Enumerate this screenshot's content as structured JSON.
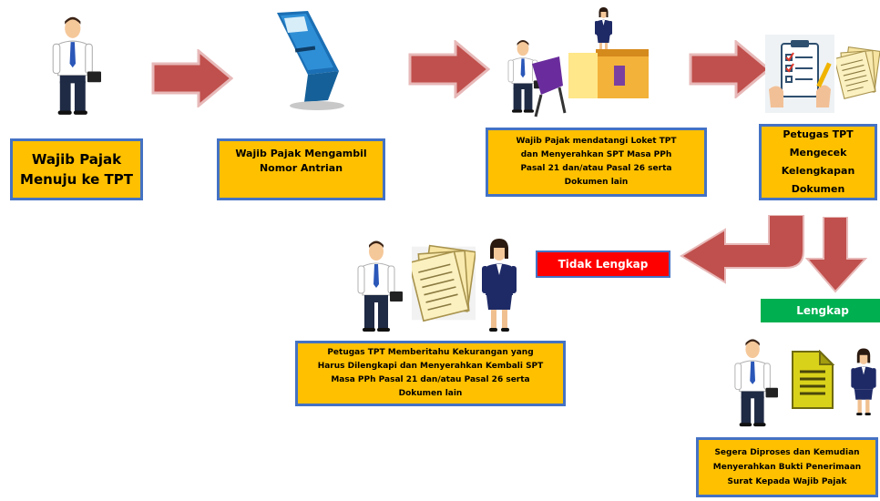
{
  "steps": {
    "s1": "Wajib Pajak\nMenuju ke TPT",
    "s2": "Wajib Pajak Mengambil\nNomor Antrian",
    "s3": "Wajib Pajak mendatangi Loket TPT\ndan Menyerahkan SPT Masa  PPh\nPasal 21 dan/atau Pasal 26 serta\nDokumen lain",
    "s4": "Petugas TPT\nMengecek\nKelengkapan\nDokumen",
    "s5": "Petugas TPT Memberitahu Kekurangan yang\nHarus Dilengkapi dan Menyerahkan Kembali SPT\nMasa PPh Pasal 21 dan/atau Pasal 26 serta\nDokumen lain",
    "s6": "Segera Diproses dan Kemudian\nMenyerahkan Bukti Penerimaan\nSurat Kepada Wajib Pajak"
  },
  "labels": {
    "incomplete": "Tidak Lengkap",
    "complete": "Lengkap"
  },
  "colors": {
    "box_fill": "#ffc000",
    "box_border": "#4472c4",
    "arrow": "#c0504d",
    "incomplete": "#ff0000",
    "complete": "#00b050"
  },
  "icons": [
    "businessman-icon",
    "queue-kiosk-icon",
    "service-counter-icon",
    "checklist-icon",
    "documents-icon",
    "businesswoman-icon",
    "document-icon"
  ]
}
